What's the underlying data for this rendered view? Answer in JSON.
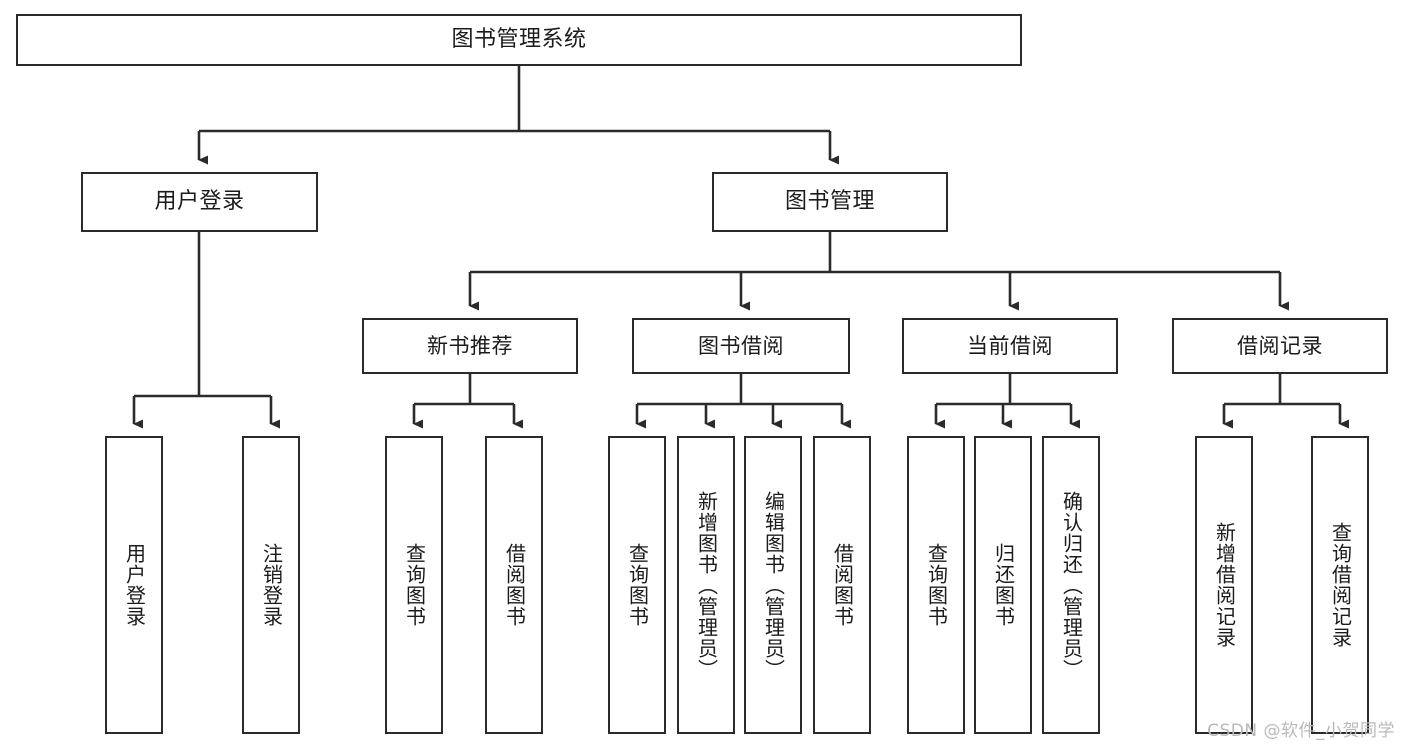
{
  "diagram": {
    "title": "图书管理系统",
    "watermark": "CSDN @软件_小贺同学",
    "stroke_color": "#2b2b2b",
    "background_color": "#ffffff",
    "watermark_color": "#b9b9b9",
    "nodes": {
      "root": {
        "label": "图书管理系统"
      },
      "level2": [
        {
          "label": "用户登录"
        },
        {
          "label": "图书管理"
        }
      ],
      "level3": [
        {
          "label": "新书推荐"
        },
        {
          "label": "图书借阅"
        },
        {
          "label": "当前借阅"
        },
        {
          "label": "借阅记录"
        }
      ],
      "leaves": {
        "user_login": [
          {
            "label": "用户登录"
          },
          {
            "label": "注销登录"
          }
        ],
        "new_book_recommend": [
          {
            "label": "查询图书"
          },
          {
            "label": "借阅图书"
          }
        ],
        "book_borrow": [
          {
            "label": "查询图书"
          },
          {
            "label": "新增图书（管理员）"
          },
          {
            "label": "编辑图书（管理员）"
          },
          {
            "label": "借阅图书"
          }
        ],
        "current_borrow": [
          {
            "label": "查询图书"
          },
          {
            "label": "归还图书"
          },
          {
            "label": "确认归还（管理员）"
          }
        ],
        "borrow_record": [
          {
            "label": "新增借阅记录"
          },
          {
            "label": "查询借阅记录"
          }
        ]
      }
    }
  }
}
